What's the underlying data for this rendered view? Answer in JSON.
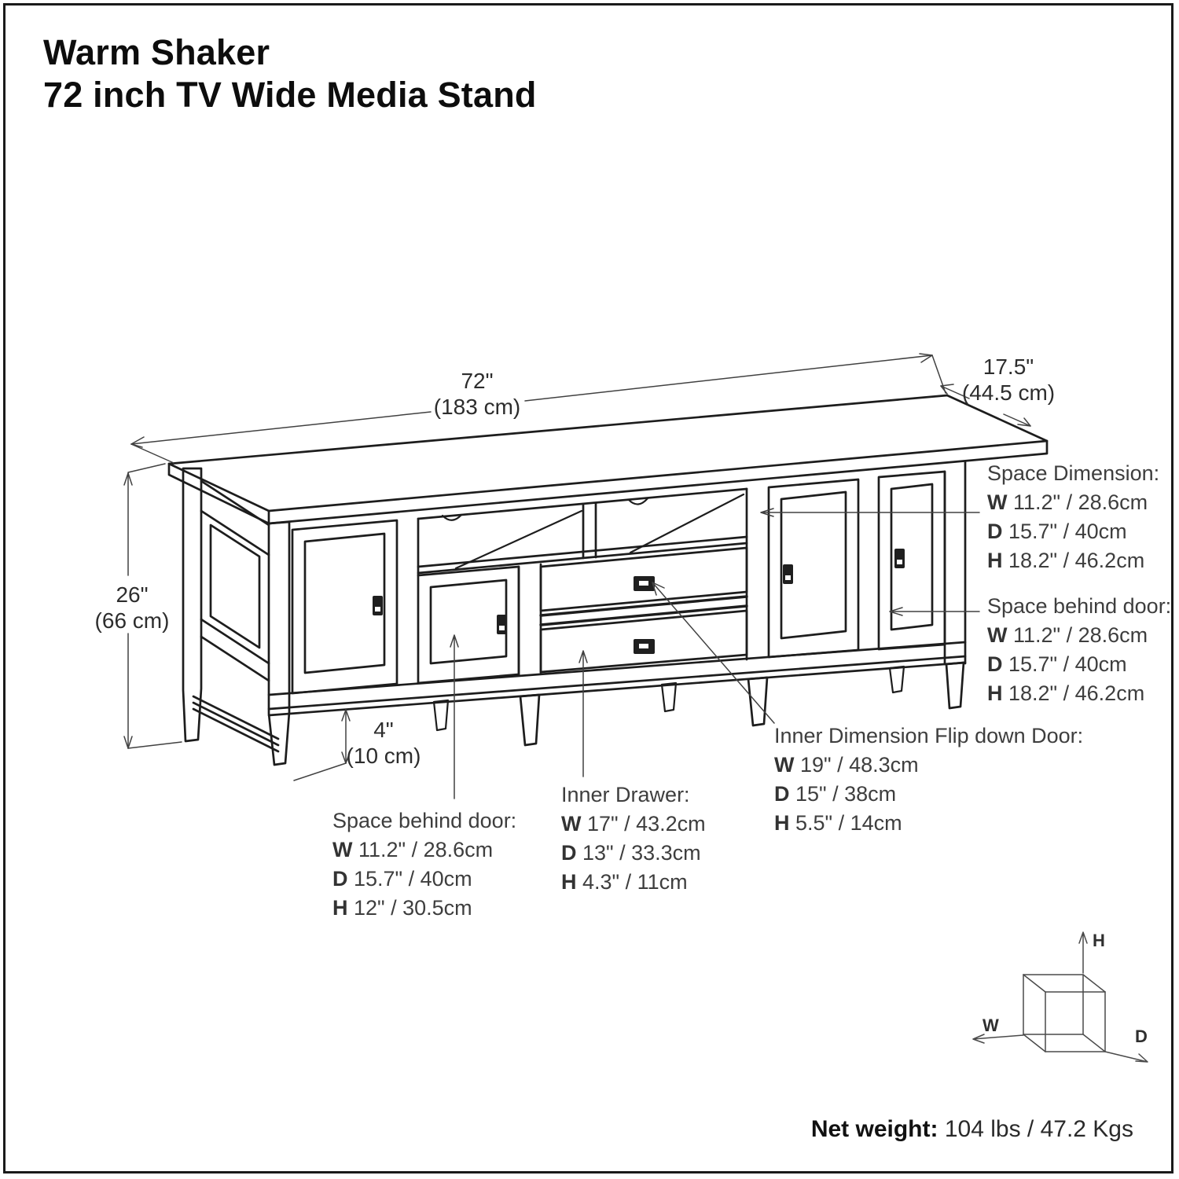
{
  "title": {
    "line1": "Warm Shaker",
    "line2": "72 inch TV Wide Media Stand"
  },
  "dimensions": {
    "width": {
      "inches": "72\"",
      "metric": "(183 cm)"
    },
    "depth": {
      "inches": "17.5\"",
      "metric": "(44.5 cm)"
    },
    "height": {
      "inches": "26\"",
      "metric": "(66 cm)"
    },
    "leg_height": {
      "inches": "4\"",
      "metric": "(10 cm)"
    }
  },
  "annotations": {
    "space_dimension": {
      "title": "Space Dimension:",
      "rows": [
        {
          "k": "W",
          "v": " 11.2\" / 28.6cm"
        },
        {
          "k": "D",
          "v": " 15.7\" / 40cm"
        },
        {
          "k": "H",
          "v": " 18.2\" / 46.2cm"
        }
      ]
    },
    "space_behind_door_right": {
      "title": "Space behind door:",
      "rows": [
        {
          "k": "W",
          "v": " 11.2\" / 28.6cm"
        },
        {
          "k": "D",
          "v": " 15.7\" / 40cm"
        },
        {
          "k": "H",
          "v": " 18.2\" / 46.2cm"
        }
      ]
    },
    "space_behind_door_left": {
      "title": "Space behind door:",
      "rows": [
        {
          "k": "W",
          "v": " 11.2\" / 28.6cm"
        },
        {
          "k": "D",
          "v": " 15.7\" / 40cm"
        },
        {
          "k": "H",
          "v": " 12\" / 30.5cm"
        }
      ]
    },
    "inner_drawer": {
      "title": "Inner Drawer:",
      "rows": [
        {
          "k": "W",
          "v": " 17\" / 43.2cm"
        },
        {
          "k": "D",
          "v": " 13\" / 33.3cm"
        },
        {
          "k": "H",
          "v": " 4.3\" / 11cm"
        }
      ]
    },
    "inner_flip_down_door": {
      "title": "Inner Dimension Flip down Door:",
      "rows": [
        {
          "k": "W",
          "v": " 19\" / 48.3cm"
        },
        {
          "k": "D",
          "v": " 15\" / 38cm"
        },
        {
          "k": "H",
          "v": " 5.5\" / 14cm"
        }
      ]
    }
  },
  "net_weight": {
    "label": "Net weight:",
    "value": " 104 lbs / 47.2 Kgs"
  },
  "axis_cube": {
    "w": "W",
    "d": "D",
    "h": "H"
  }
}
